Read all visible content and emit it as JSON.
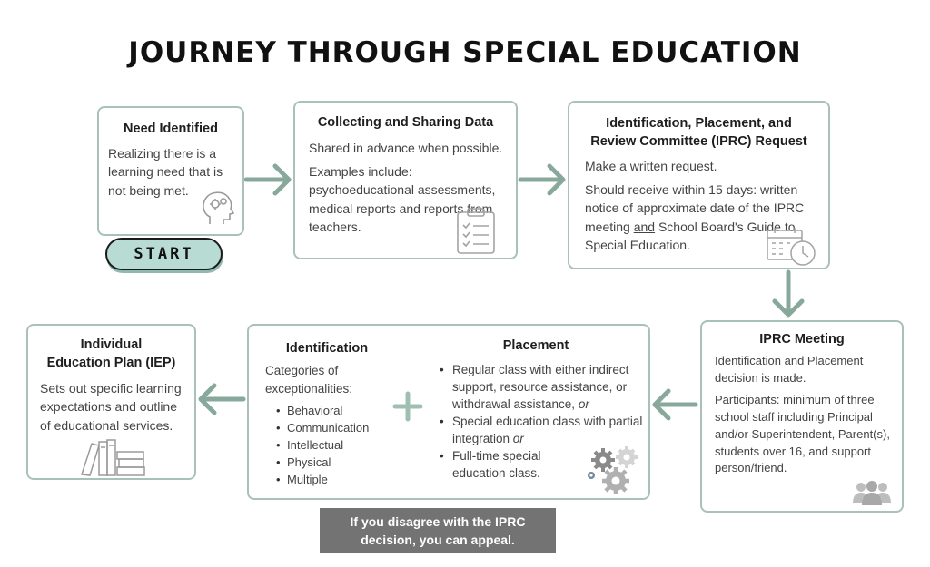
{
  "title": "JOURNEY THROUGH SPECIAL EDUCATION",
  "need": {
    "heading": "Need Identified",
    "text": "Realizing there is a learning need that is not being met.",
    "icon": "head-gears-icon"
  },
  "start_label": "START",
  "data_box": {
    "heading": "Collecting and Sharing Data",
    "line1": "Shared in advance when possible.",
    "line2": "Examples include: psychoeducational assessments, medical reports and reports from teachers.",
    "icon": "clipboard-icon"
  },
  "iprc_request": {
    "heading_line1": "Identification, Placement, and",
    "heading_line2": "Review Committee (IPRC) Request",
    "line1": "Make a written request.",
    "line2_a": "Should receive within 15 days: written notice of approximate date of the IPRC meeting ",
    "line2_and": "and",
    "line2_b": " School Board's Guide to Special Education.",
    "icon": "calendar-clock-icon"
  },
  "meeting": {
    "heading": "IPRC Meeting",
    "line1": "Identification and Placement decision is made.",
    "line2": "Participants: minimum of three school staff including Principal and/or Superintendent, Parent(s), students over 16, and support person/friend.",
    "icon": "people-icon"
  },
  "identification": {
    "heading": "Identification",
    "intro": "Categories of exceptionalities:",
    "items": [
      "Behavioral",
      "Communication",
      "Intellectual",
      "Physical",
      "Multiple"
    ]
  },
  "placement": {
    "heading": "Placement",
    "item1": "Regular class with either indirect support, resource assistance, or withdrawal assistance, ",
    "item1_em": "or",
    "item2": "Special education class with partial integration ",
    "item2_em": "or",
    "item3": "Full-time special education class.",
    "icon": "gears-icon"
  },
  "iep": {
    "heading_line1": "Individual",
    "heading_line2": "Education Plan (IEP)",
    "text": "Sets out specific learning expectations and outline of educational services.",
    "icon": "books-icon"
  },
  "appeal": {
    "line1": "If you disagree with the IPRC",
    "line2": "decision, you can appeal."
  },
  "colors": {
    "box_border": "#a9c1b6",
    "arrow": "#87a89b",
    "start_fill": "#b8dcd4",
    "appeal_fill": "#737373"
  }
}
